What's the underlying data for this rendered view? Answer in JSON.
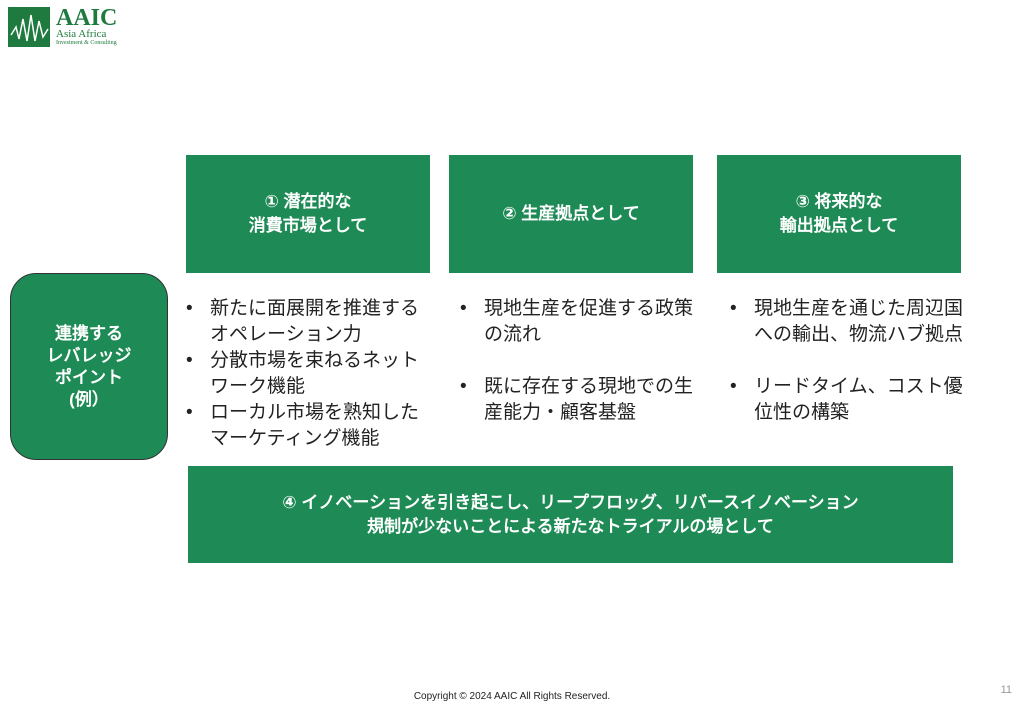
{
  "logo": {
    "name": "AAIC",
    "line1": "Asia Africa",
    "line2": "Investment & Consulting"
  },
  "left_box": "連携する\nレバレッジ\nポイント\n(例）",
  "columns": [
    {
      "header": "① 潜在的な\n消費市場として",
      "bullets": [
        "新たに面展開を推進するオペレーション力",
        "分散市場を束ねるネットワーク機能",
        "ローカル市場を熟知したマーケティング機能"
      ]
    },
    {
      "header": "② 生産拠点として",
      "bullets": [
        "現地生産を促進する政策の流れ",
        "既に存在する現地での生産能力・顧客基盤"
      ]
    },
    {
      "header": "③ 将来的な\n輸出拠点として",
      "bullets": [
        "現地生産を通じた周辺国への輸出、物流ハブ拠点",
        "リードタイム、コスト優位性の構築"
      ]
    }
  ],
  "bottom_box": "④ イノベーションを引き起こし、リープフロッグ、リバースイノベーション\n規制が少ないことによる新たなトライアルの場として",
  "footer": {
    "copyright": "Copyright © 2024 AAIC All Rights Reserved.",
    "page": "11"
  }
}
